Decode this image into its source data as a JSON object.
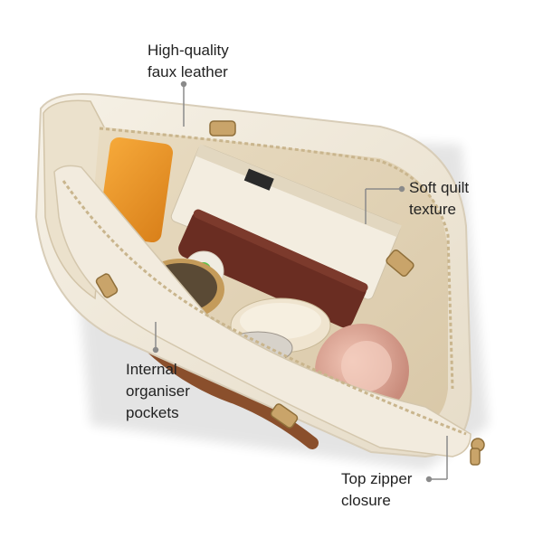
{
  "image": {
    "subject": "cream faux-leather tote bag, top-down view, open, filled with personal items",
    "colors": {
      "background": "#ffffff",
      "bag_body": "#f1eadb",
      "bag_shadow": "#d8cdb8",
      "strap_brown": "#8a4f2c",
      "hardware_gold": "#c9a46a",
      "callout_line": "#8a8a8a"
    }
  },
  "callouts": [
    {
      "lines": [
        "High-quality",
        "faux leather"
      ]
    },
    {
      "lines": [
        "Soft quilt",
        "texture"
      ]
    },
    {
      "lines": [
        "Internal",
        "organiser",
        "pockets"
      ]
    },
    {
      "lines": [
        "Top zipper",
        "closure"
      ]
    }
  ]
}
